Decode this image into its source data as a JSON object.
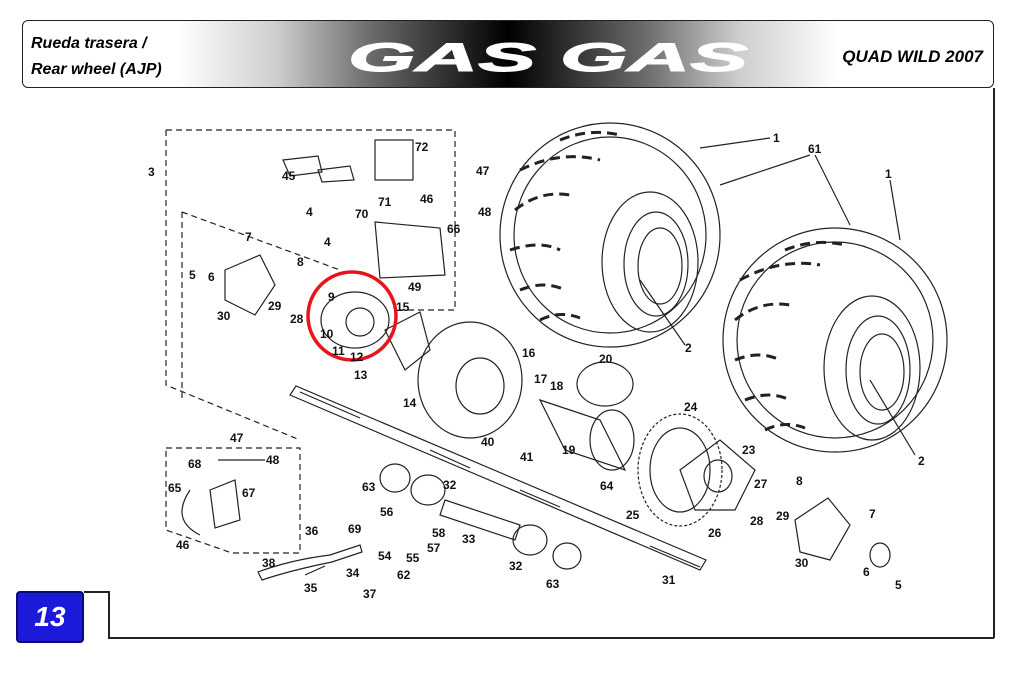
{
  "header": {
    "title_es": "Rueda trasera /",
    "title_en": "Rear wheel (AJP)",
    "brand": "GAS GAS",
    "model": "QUAD WILD  2007"
  },
  "page_number": "13",
  "highlight_color": "#e8141b",
  "callouts": [
    {
      "id": "c1a",
      "text": "1"
    },
    {
      "id": "c1b",
      "text": "1"
    },
    {
      "id": "c61",
      "text": "61"
    },
    {
      "id": "c2a",
      "text": "2"
    },
    {
      "id": "c2b",
      "text": "2"
    },
    {
      "id": "c3",
      "text": "3"
    },
    {
      "id": "c72",
      "text": "72"
    },
    {
      "id": "c45",
      "text": "45"
    },
    {
      "id": "c47a",
      "text": "47"
    },
    {
      "id": "c71",
      "text": "71"
    },
    {
      "id": "c46a",
      "text": "46"
    },
    {
      "id": "c48a",
      "text": "48"
    },
    {
      "id": "c4a",
      "text": "4"
    },
    {
      "id": "c4b",
      "text": "4"
    },
    {
      "id": "c70",
      "text": "70"
    },
    {
      "id": "c66",
      "text": "66"
    },
    {
      "id": "c49",
      "text": "49"
    },
    {
      "id": "c7a",
      "text": "7"
    },
    {
      "id": "c8a",
      "text": "8"
    },
    {
      "id": "c5a",
      "text": "5"
    },
    {
      "id": "c6a",
      "text": "6"
    },
    {
      "id": "c30a",
      "text": "30"
    },
    {
      "id": "c29a",
      "text": "29"
    },
    {
      "id": "c28a",
      "text": "28"
    },
    {
      "id": "c9",
      "text": "9"
    },
    {
      "id": "c10",
      "text": "10"
    },
    {
      "id": "c11",
      "text": "11"
    },
    {
      "id": "c12",
      "text": "12"
    },
    {
      "id": "c13",
      "text": "13"
    },
    {
      "id": "c15",
      "text": "15"
    },
    {
      "id": "c16",
      "text": "16"
    },
    {
      "id": "c20",
      "text": "20"
    },
    {
      "id": "c17",
      "text": "17"
    },
    {
      "id": "c18",
      "text": "18"
    },
    {
      "id": "c14",
      "text": "14"
    },
    {
      "id": "c24",
      "text": "24"
    },
    {
      "id": "c19",
      "text": "19"
    },
    {
      "id": "c40",
      "text": "40"
    },
    {
      "id": "c41",
      "text": "41"
    },
    {
      "id": "c23",
      "text": "23"
    },
    {
      "id": "c64",
      "text": "64"
    },
    {
      "id": "c8b",
      "text": "8"
    },
    {
      "id": "c27",
      "text": "27"
    },
    {
      "id": "c28b",
      "text": "28"
    },
    {
      "id": "c29b",
      "text": "29"
    },
    {
      "id": "c26",
      "text": "26"
    },
    {
      "id": "c25",
      "text": "25"
    },
    {
      "id": "c7b",
      "text": "7"
    },
    {
      "id": "c30b",
      "text": "30"
    },
    {
      "id": "c6b",
      "text": "6"
    },
    {
      "id": "c5b",
      "text": "5"
    },
    {
      "id": "c47b",
      "text": "47"
    },
    {
      "id": "c68",
      "text": "68"
    },
    {
      "id": "c48b",
      "text": "48"
    },
    {
      "id": "c65",
      "text": "65"
    },
    {
      "id": "c67",
      "text": "67"
    },
    {
      "id": "c46b",
      "text": "46"
    },
    {
      "id": "c63a",
      "text": "63"
    },
    {
      "id": "c32a",
      "text": "32"
    },
    {
      "id": "c56",
      "text": "56"
    },
    {
      "id": "c58",
      "text": "58"
    },
    {
      "id": "c57",
      "text": "57"
    },
    {
      "id": "c33",
      "text": "33"
    },
    {
      "id": "c36",
      "text": "36"
    },
    {
      "id": "c69",
      "text": "69"
    },
    {
      "id": "c54",
      "text": "54"
    },
    {
      "id": "c55",
      "text": "55"
    },
    {
      "id": "c38",
      "text": "38"
    },
    {
      "id": "c34",
      "text": "34"
    },
    {
      "id": "c62",
      "text": "62"
    },
    {
      "id": "c35",
      "text": "35"
    },
    {
      "id": "c37",
      "text": "37"
    },
    {
      "id": "c32b",
      "text": "32"
    },
    {
      "id": "c63b",
      "text": "63"
    },
    {
      "id": "c31",
      "text": "31"
    }
  ]
}
